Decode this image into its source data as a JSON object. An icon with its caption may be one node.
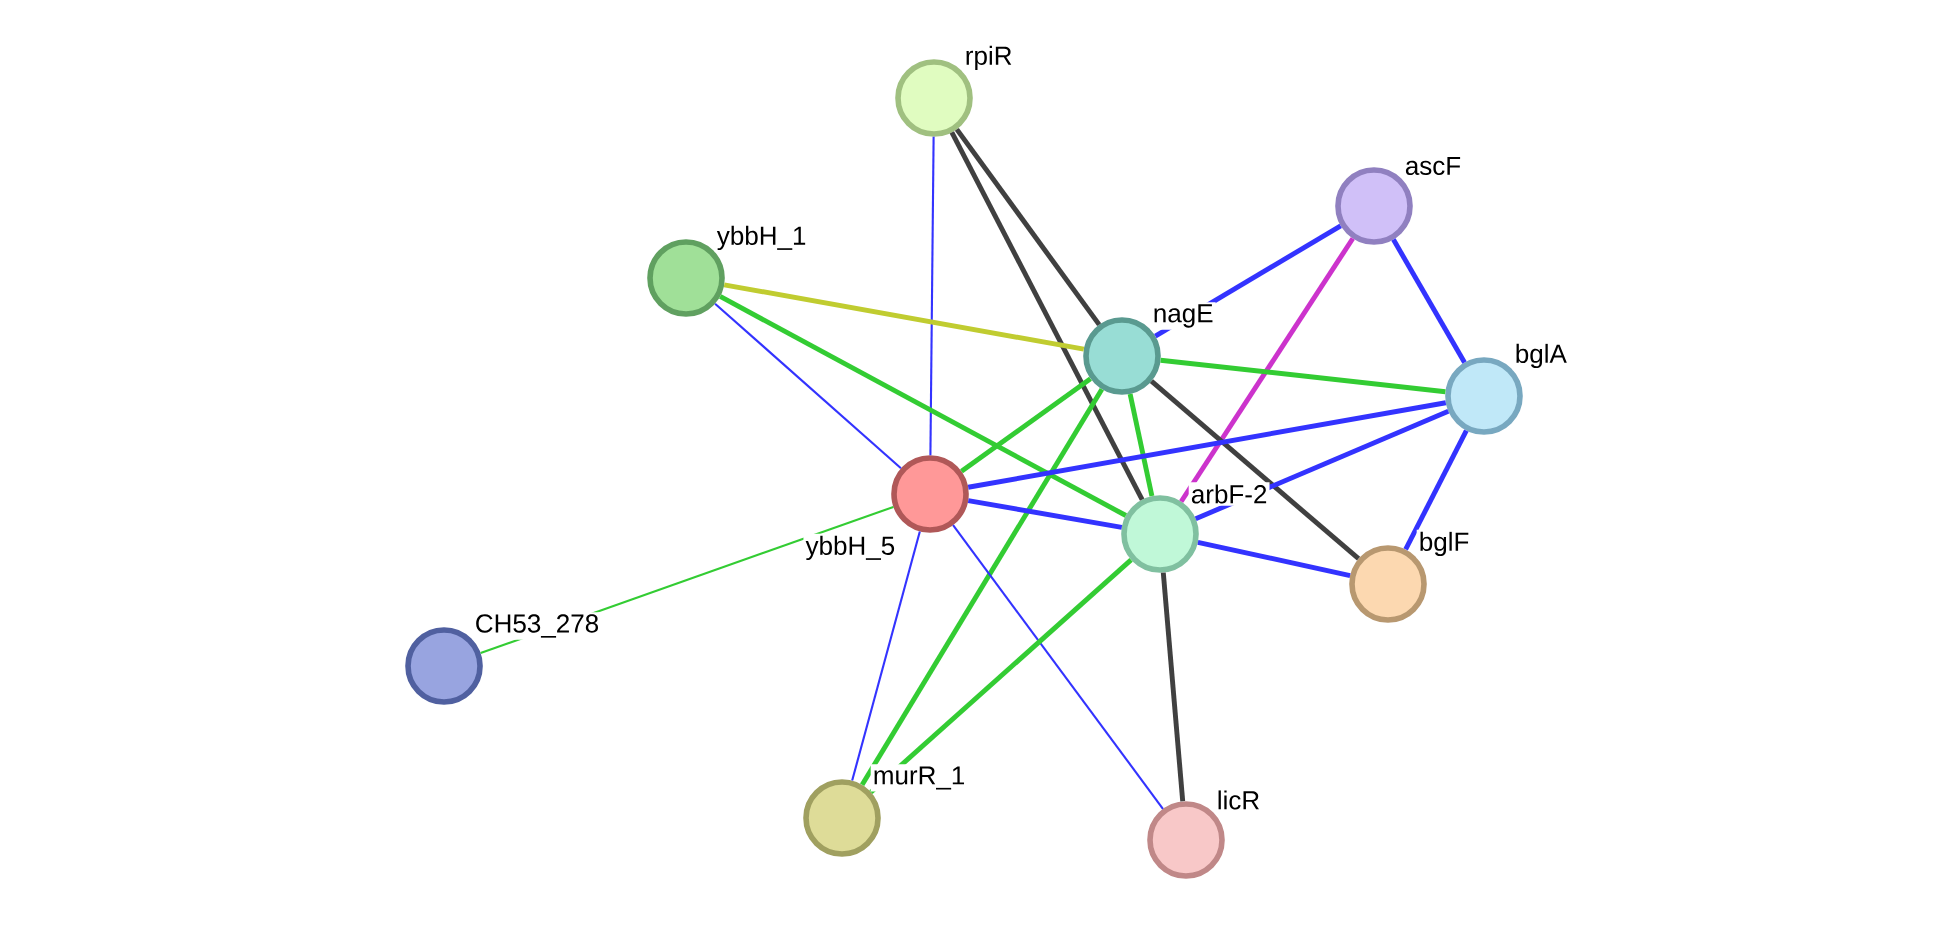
{
  "diagram": {
    "nodes": [
      {
        "text": [
          "rpiR"
        ]
      },
      {
        "text": [
          "ascF"
        ]
      },
      {
        "text": [
          "ybbH_1"
        ]
      },
      {
        "text": [
          "nagE"
        ]
      },
      {
        "text": [
          "bglA"
        ]
      },
      {
        "text": [
          "ybbH_5"
        ]
      },
      {
        "text": [
          "arbF-2"
        ]
      },
      {
        "text": [
          "bglF"
        ]
      },
      {
        "text": [
          "CH53_278"
        ]
      },
      {
        "text": [
          "murR_1"
        ]
      },
      {
        "text": [
          "licR"
        ]
      }
    ],
    "edges": [
      {
        "from": 0,
        "to": 3,
        "arrow": "none",
        "color": "#404040"
      },
      {
        "from": 0,
        "to": 5,
        "arrow": "none",
        "color": "#3333ff"
      },
      {
        "from": 0,
        "to": 6,
        "arrow": "none",
        "color": "#404040"
      },
      {
        "from": 2,
        "to": 3,
        "arrow": "none",
        "color": "#c0cc30"
      },
      {
        "from": 2,
        "to": 5,
        "arrow": "none",
        "color": "#3333ff"
      },
      {
        "from": 2,
        "to": 6,
        "arrow": "none",
        "color": "#33cc33"
      },
      {
        "from": 1,
        "to": 3,
        "arrow": "none",
        "color": "#3333ff"
      },
      {
        "from": 1,
        "to": 6,
        "arrow": "none",
        "color": "#cc33cc"
      },
      {
        "from": 1,
        "to": 4,
        "arrow": "none",
        "color": "#3333ff"
      },
      {
        "from": 3,
        "to": 4,
        "arrow": "none",
        "color": "#33cc33"
      },
      {
        "from": 3,
        "to": 5,
        "arrow": "none",
        "color": "#33cc33"
      },
      {
        "from": 3,
        "to": 6,
        "arrow": "none",
        "color": "#33cc33"
      },
      {
        "from": 3,
        "to": 7,
        "arrow": "none",
        "color": "#404040"
      },
      {
        "from": 3,
        "to": 9,
        "arrow": "none",
        "color": "#33cc33"
      },
      {
        "from": 4,
        "to": 5,
        "arrow": "none",
        "color": "#3333ff"
      },
      {
        "from": 4,
        "to": 6,
        "arrow": "none",
        "color": "#3333ff"
      },
      {
        "from": 4,
        "to": 7,
        "arrow": "none",
        "color": "#3333ff"
      },
      {
        "from": 5,
        "to": 6,
        "arrow": "none",
        "color": "#3333ff"
      },
      {
        "from": 5,
        "to": 8,
        "arrow": "none",
        "color": "#33cc33"
      },
      {
        "from": 5,
        "to": 9,
        "arrow": "none",
        "color": "#3333ff"
      },
      {
        "from": 5,
        "to": 10,
        "arrow": "none",
        "color": "#3333ff"
      },
      {
        "from": 6,
        "to": 7,
        "arrow": "none",
        "color": "#3333ff"
      },
      {
        "from": 6,
        "to": 9,
        "arrow": "none",
        "color": "#33cc33"
      },
      {
        "from": 6,
        "to": 10,
        "arrow": "none",
        "color": "#404040"
      }
    ]
  }
}
